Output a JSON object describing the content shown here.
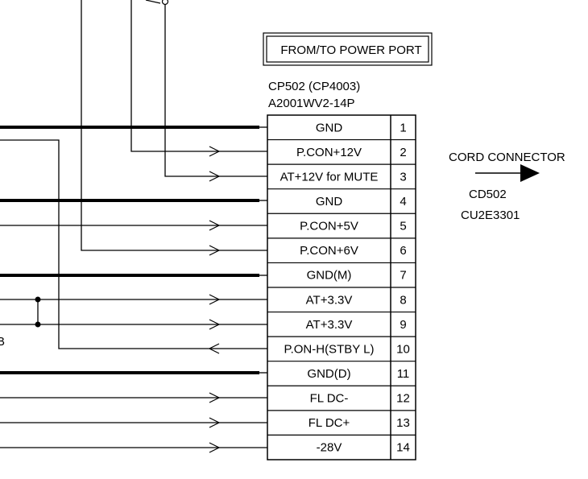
{
  "header_box": {
    "label": "FROM/TO POWER PORT"
  },
  "connector": {
    "ref": "CP502   (CP4003)",
    "part": "A2001WV2-14P",
    "pins": [
      {
        "num": "1",
        "name": "GND"
      },
      {
        "num": "2",
        "name": "P.CON+12V"
      },
      {
        "num": "3",
        "name": "AT+12V for MUTE"
      },
      {
        "num": "4",
        "name": "GND"
      },
      {
        "num": "5",
        "name": "P.CON+5V"
      },
      {
        "num": "6",
        "name": "P.CON+6V"
      },
      {
        "num": "7",
        "name": "GND(M)"
      },
      {
        "num": "8",
        "name": "AT+3.3V"
      },
      {
        "num": "9",
        "name": "AT+3.3V"
      },
      {
        "num": "10",
        "name": "P.ON-H(STBY L)"
      },
      {
        "num": "11",
        "name": "GND(D)"
      },
      {
        "num": "12",
        "name": "FL DC-"
      },
      {
        "num": "13",
        "name": "FL DC+"
      },
      {
        "num": "14",
        "name": "-28V"
      }
    ]
  },
  "cord_connector": {
    "label": "CORD CONNECTOR",
    "ref": "CD502",
    "part": "CU2E3301"
  },
  "edge_label": "B"
}
